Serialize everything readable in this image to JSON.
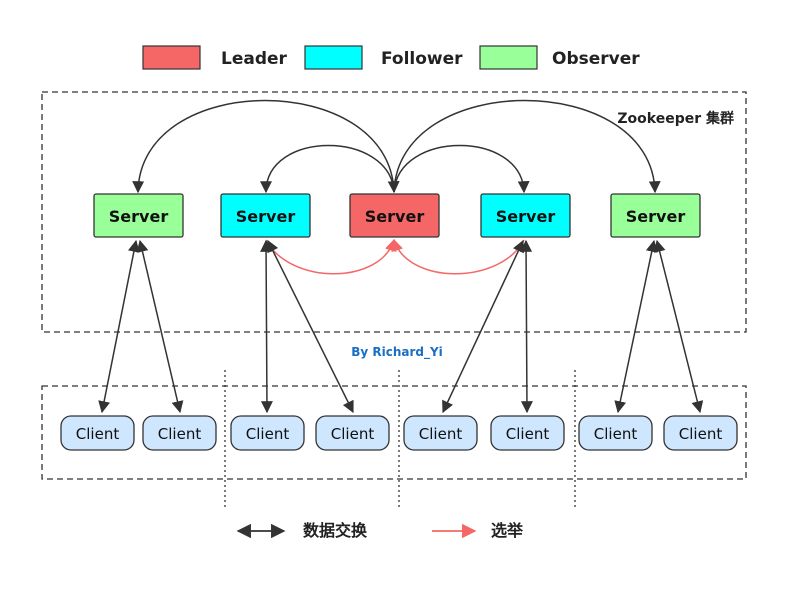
{
  "legend": {
    "leader": {
      "label": "Leader",
      "color": "#f56767"
    },
    "follower": {
      "label": "Follower",
      "color": "#00ffff"
    },
    "observer": {
      "label": "Observer",
      "color": "#99ff99"
    }
  },
  "cluster_label": "Zookeeper 集群",
  "credit": "By Richard_Yi",
  "servers": [
    {
      "label": "Server",
      "role": "observer"
    },
    {
      "label": "Server",
      "role": "follower"
    },
    {
      "label": "Server",
      "role": "leader"
    },
    {
      "label": "Server",
      "role": "follower"
    },
    {
      "label": "Server",
      "role": "observer"
    }
  ],
  "clients": [
    "Client",
    "Client",
    "Client",
    "Client",
    "Client",
    "Client",
    "Client",
    "Client"
  ],
  "client_color": "#cfe6ff",
  "bottom_legend": {
    "data_exchange": "数据交换",
    "election": "选举",
    "election_color": "#f56767"
  }
}
